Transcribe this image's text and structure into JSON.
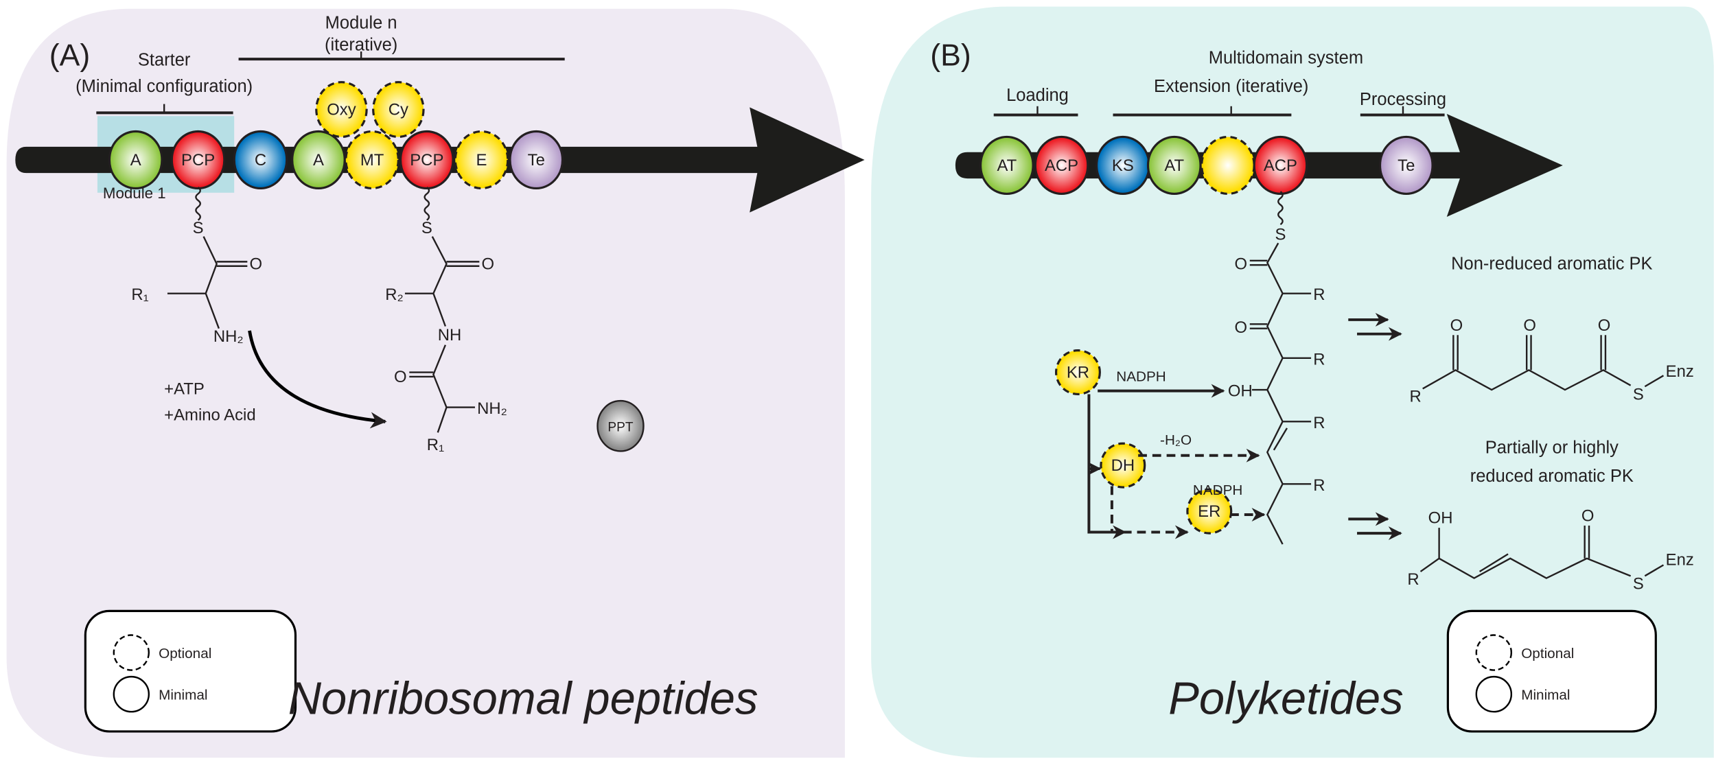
{
  "colors": {
    "panel_a_bg": "#efeaf3",
    "panel_b_bg": "#def3f1",
    "module1_box": "#b7dfe5",
    "green": "#8dc63f",
    "red": "#ed1c24",
    "blue": "#0072bc",
    "yellow": "#ffdd00",
    "purple": "#b59dca",
    "gray": "#8a8a8a",
    "backbone": "#1d1d1b"
  },
  "panel_a": {
    "letter": "(A)",
    "module_n": "Module n",
    "module_n_sub": "(iterative)",
    "starter": "Starter",
    "starter_sub": "(Minimal configuration)",
    "module1": "Module 1",
    "domains": [
      {
        "label": "A",
        "color": "green",
        "optional": false
      },
      {
        "label": "PCP",
        "color": "red",
        "optional": false
      },
      {
        "label": "C",
        "color": "blue",
        "optional": false
      },
      {
        "label": "A",
        "color": "green",
        "optional": false
      },
      {
        "label": "MT",
        "color": "yellow",
        "optional": true
      },
      {
        "label": "PCP",
        "color": "red",
        "optional": false
      },
      {
        "label": "E",
        "color": "yellow",
        "optional": true
      },
      {
        "label": "Te",
        "color": "purple",
        "optional": false
      },
      {
        "label": "Oxy",
        "color": "yellow",
        "optional": true
      },
      {
        "label": "Cy",
        "color": "yellow",
        "optional": true
      }
    ],
    "chem": {
      "s1": "S",
      "o1": "O",
      "r1": "R₁",
      "nh2_1": "NH₂",
      "s2": "S",
      "o2": "O",
      "r2": "R₂",
      "nh": "NH",
      "o3": "O",
      "nh2_2": "NH₂",
      "r1b": "R₁"
    },
    "reagent_atp": "+ATP",
    "reagent_aa": "+Amino Acid",
    "ppt": "PPT",
    "legend": {
      "optional": "Optional",
      "minimal": "Minimal"
    },
    "title": "Nonribosomal peptides"
  },
  "panel_b": {
    "letter": "(B)",
    "multidomain": "Multidomain system",
    "loading": "Loading",
    "extension": "Extension (iterative)",
    "processing": "Processing",
    "domains": [
      {
        "label": "AT",
        "color": "green",
        "optional": false
      },
      {
        "label": "ACP",
        "color": "red",
        "optional": false
      },
      {
        "label": "KS",
        "color": "blue",
        "optional": false
      },
      {
        "label": "AT",
        "color": "green",
        "optional": false
      },
      {
        "label": "",
        "color": "yellow",
        "optional": true
      },
      {
        "label": "ACP",
        "color": "red",
        "optional": false
      },
      {
        "label": "Te",
        "color": "purple",
        "optional": false
      },
      {
        "label": "KR",
        "color": "yellow",
        "optional": true
      },
      {
        "label": "DH",
        "color": "yellow",
        "optional": true
      },
      {
        "label": "ER",
        "color": "yellow",
        "optional": true
      }
    ],
    "chem": {
      "s": "S",
      "o1": "O",
      "r1": "R",
      "o2": "O",
      "r2": "R",
      "oh": "OH",
      "r3": "R",
      "r4": "R"
    },
    "nadph_kr": "NADPH",
    "minus_h2o": "-H₂O",
    "nadph_er": "NADPH",
    "product1_title": "Non-reduced aromatic PK",
    "product1": {
      "r": "R",
      "o1": "O",
      "o2": "O",
      "o3": "O",
      "s": "S",
      "enz": "Enz"
    },
    "product2_title_1": "Partially or highly",
    "product2_title_2": "reduced aromatic PK",
    "product2": {
      "oh": "OH",
      "r": "R",
      "o": "O",
      "s": "S",
      "enz": "Enz"
    },
    "legend": {
      "optional": "Optional",
      "minimal": "Minimal"
    },
    "title": "Polyketides"
  }
}
